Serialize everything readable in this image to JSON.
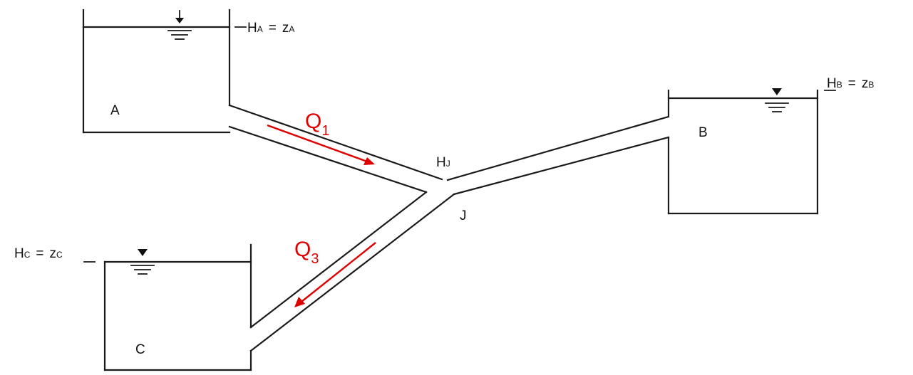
{
  "reservoirs": {
    "a": {
      "name": "A",
      "head_label": "H",
      "head_sub": "A",
      "eq": "=",
      "elev_label": "z",
      "elev_sub": "A"
    },
    "b": {
      "name": "B",
      "head_label": "H",
      "head_sub": "B",
      "eq": "=",
      "elev_label": "z",
      "elev_sub": "B"
    },
    "c": {
      "name": "C",
      "head_label": "H",
      "head_sub": "C",
      "eq": "=",
      "elev_label": "z",
      "elev_sub": "C"
    }
  },
  "junction": {
    "name": "J",
    "head_label": "H",
    "head_sub": "J"
  },
  "flows": {
    "q1": {
      "label": "Q",
      "sub": "1"
    },
    "q3": {
      "label": "Q",
      "sub": "3"
    }
  },
  "colors": {
    "line": "#1a1a1a",
    "flow_arrow": "#e00000"
  }
}
